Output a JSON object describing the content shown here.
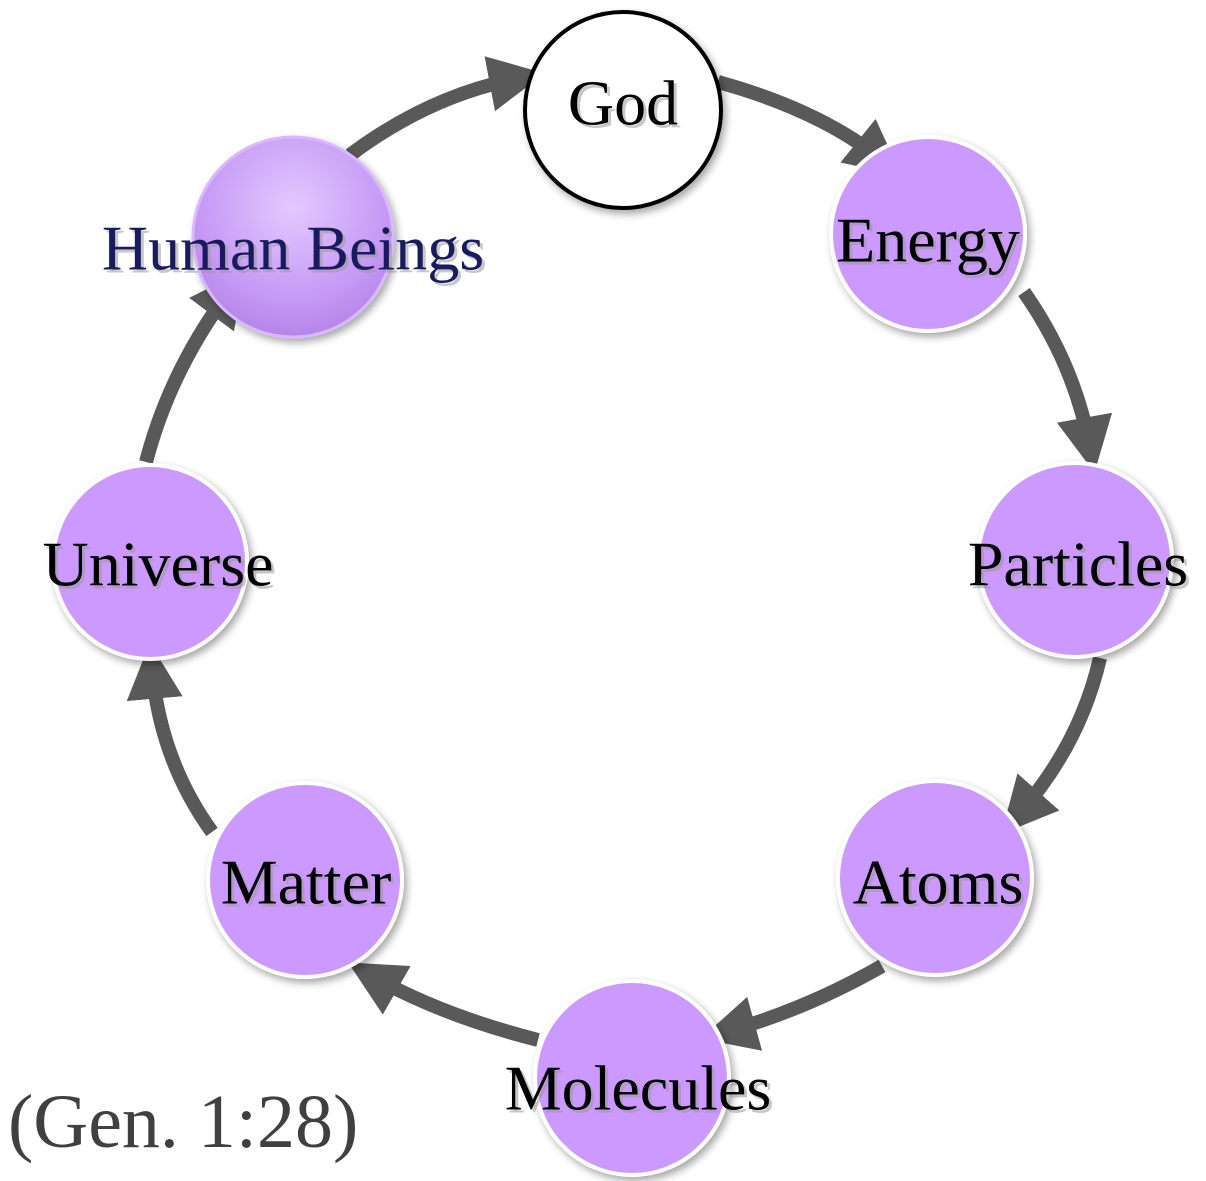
{
  "diagram": {
    "nodes": [
      {
        "id": "god",
        "label": "God"
      },
      {
        "id": "energy",
        "label": "Energy"
      },
      {
        "id": "particles",
        "label": "Particles"
      },
      {
        "id": "atoms",
        "label": "Atoms"
      },
      {
        "id": "molecules",
        "label": "Molecules"
      },
      {
        "id": "matter",
        "label": "Matter"
      },
      {
        "id": "universe",
        "label": "Universe"
      },
      {
        "id": "human-beings",
        "label": "Human Beings"
      }
    ],
    "citation": "(Gen. 1:28)"
  },
  "colors": {
    "node_fill": "#cc99ff",
    "node_fill_human": "#c699f5",
    "god_fill": "#ffffff",
    "god_stroke": "#000000",
    "arrow": "#595959",
    "text": "#000000",
    "text_human": "#1a1a5e",
    "citation_text": "#404040"
  }
}
